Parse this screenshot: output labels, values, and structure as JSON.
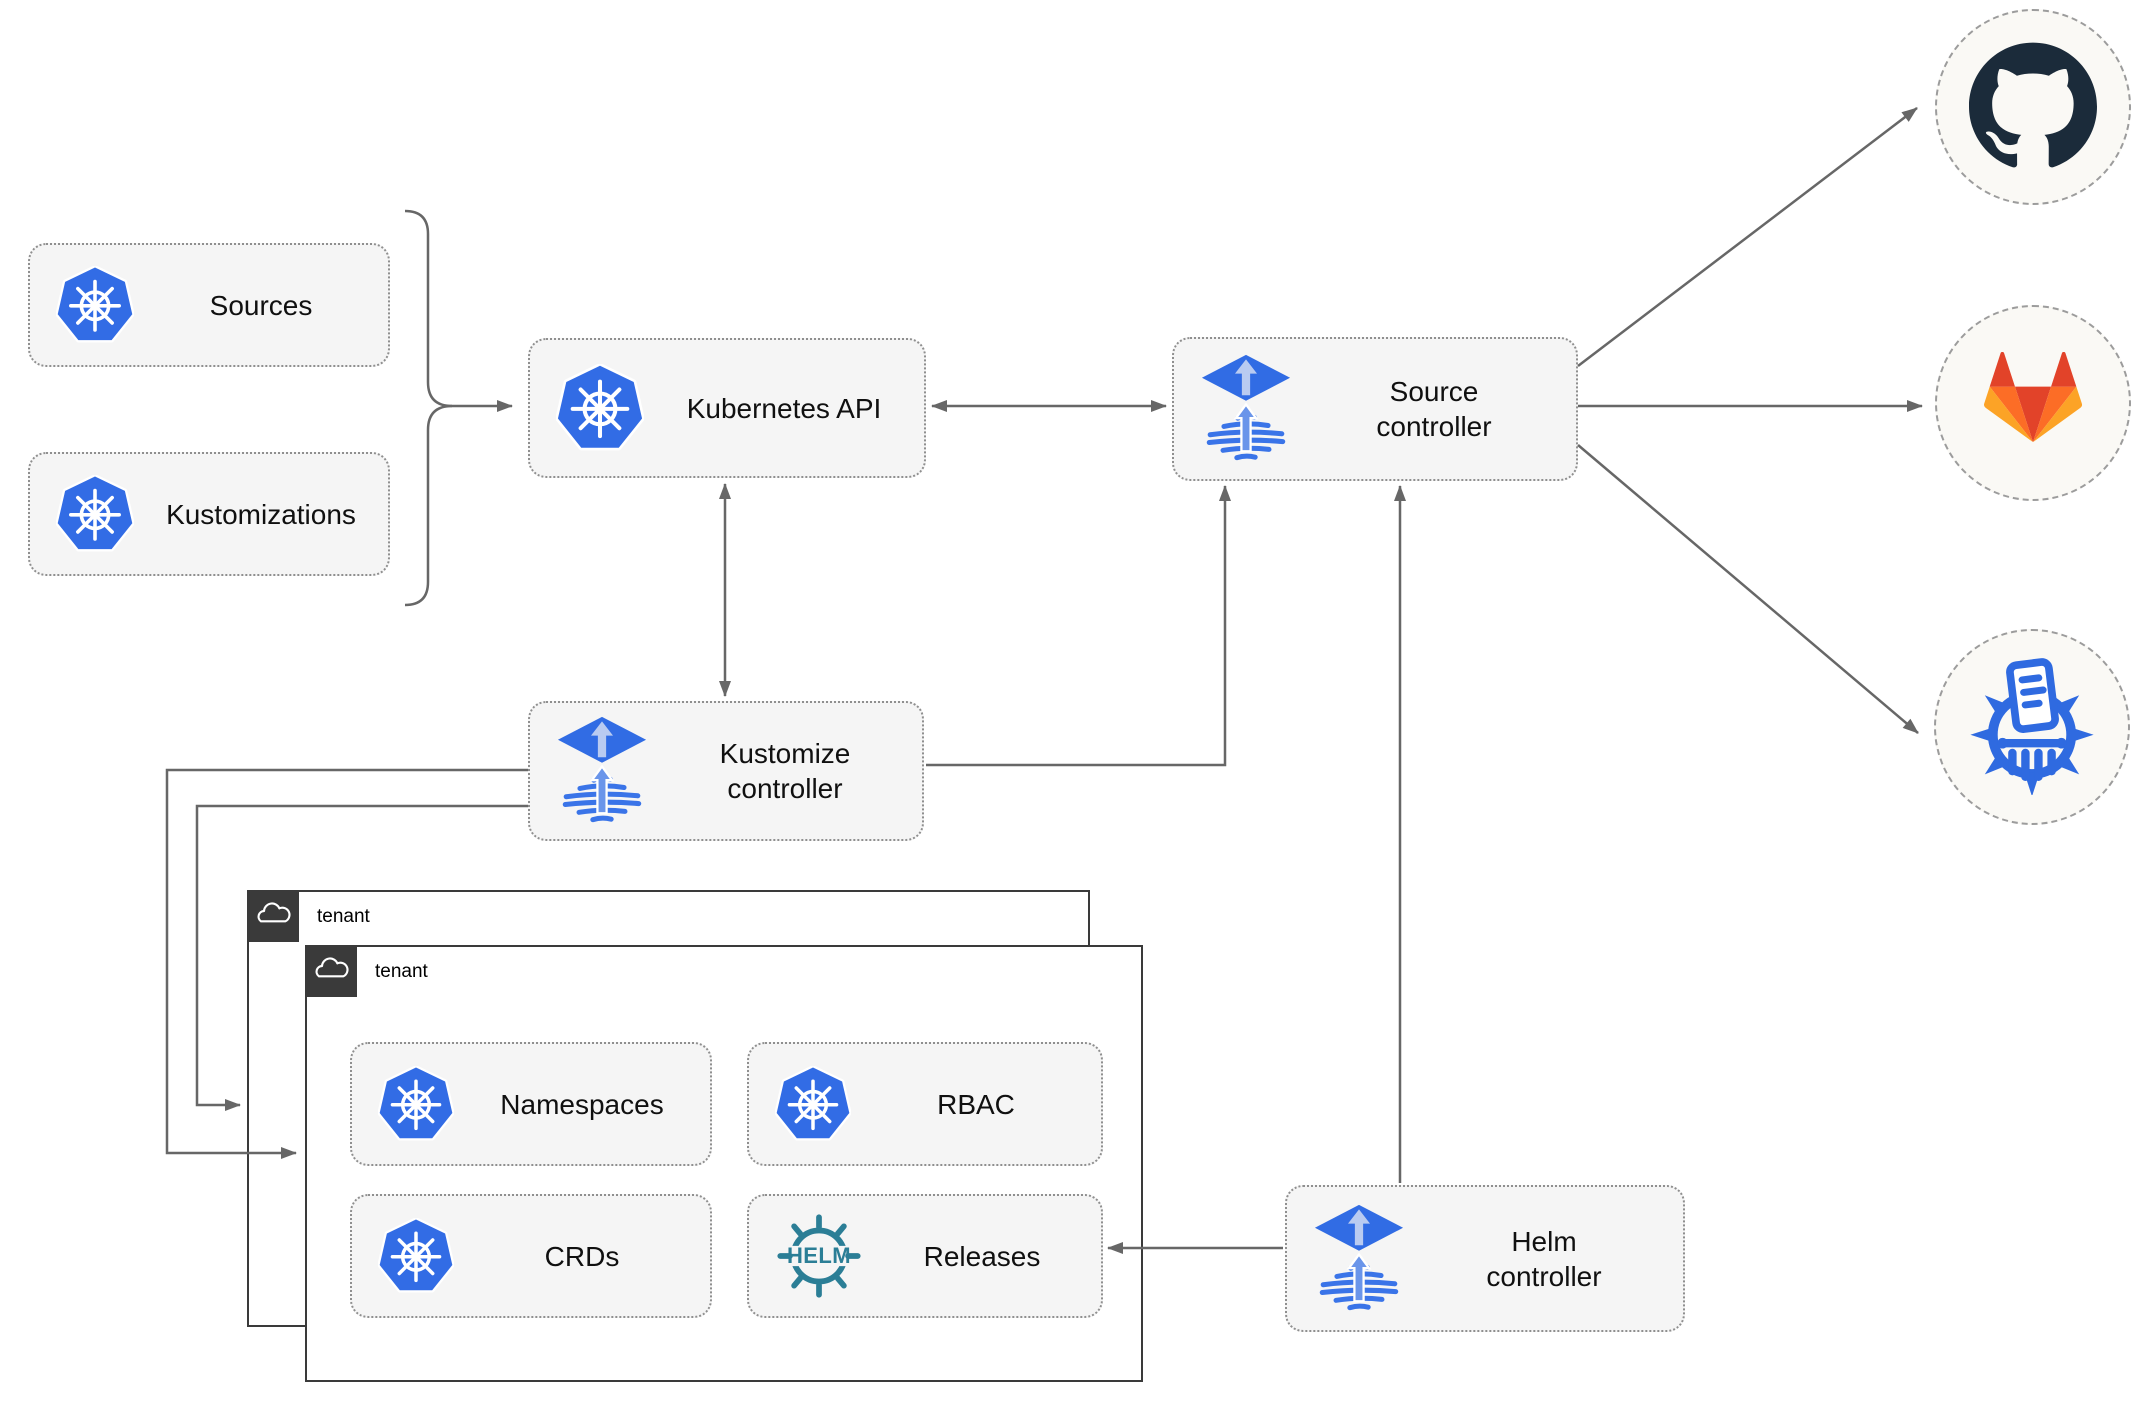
{
  "left_group": {
    "items": [
      {
        "label": "Sources",
        "icon": "kubernetes-wheel-icon"
      },
      {
        "label": "Kustomizations",
        "icon": "kubernetes-wheel-icon"
      }
    ]
  },
  "nodes": {
    "kubernetes_api": {
      "label": "Kubernetes API",
      "icon": "kubernetes-wheel-icon"
    },
    "source_controller": {
      "label": "Source controller",
      "icon": "flux-gitops-icon"
    },
    "kustomize_controller": {
      "label": "Kustomize controller",
      "icon": "flux-gitops-icon"
    },
    "helm_controller": {
      "label": "Helm controller",
      "icon": "flux-gitops-icon"
    }
  },
  "tenants": {
    "back": {
      "label": "tenant",
      "icon": "cloud-icon"
    },
    "front": {
      "label": "tenant",
      "icon": "cloud-icon"
    }
  },
  "tenant_resources": {
    "namespaces": {
      "label": "Namespaces",
      "icon": "kubernetes-wheel-icon"
    },
    "rbac": {
      "label": "RBAC",
      "icon": "kubernetes-wheel-icon"
    },
    "crds": {
      "label": "CRDs",
      "icon": "kubernetes-wheel-icon"
    },
    "releases": {
      "label": "Releases",
      "icon": "helm-wheel-icon"
    }
  },
  "helm_logo_text": "HELM",
  "external_targets": {
    "icons": [
      "github-octocat-icon",
      "gitlab-tanuki-icon",
      "chartmuseum-registry-icon"
    ]
  },
  "colors": {
    "kubernetes_blue": "#326ce5",
    "flux_blue": "#316ce4",
    "flux_light_blue": "#b9cbf1",
    "helm_teal": "#2b7e96",
    "github_dark": "#1b2b3a",
    "gitlab_red_orange": "#e24329",
    "gitlab_orange": "#fc6d26",
    "gitlab_light_orange": "#fca326",
    "chartmuseum_blue": "#2f6ae0",
    "arrow_gray": "#676767",
    "node_fill": "#f5f5f5",
    "tenant_border": "#3a3a3a"
  }
}
